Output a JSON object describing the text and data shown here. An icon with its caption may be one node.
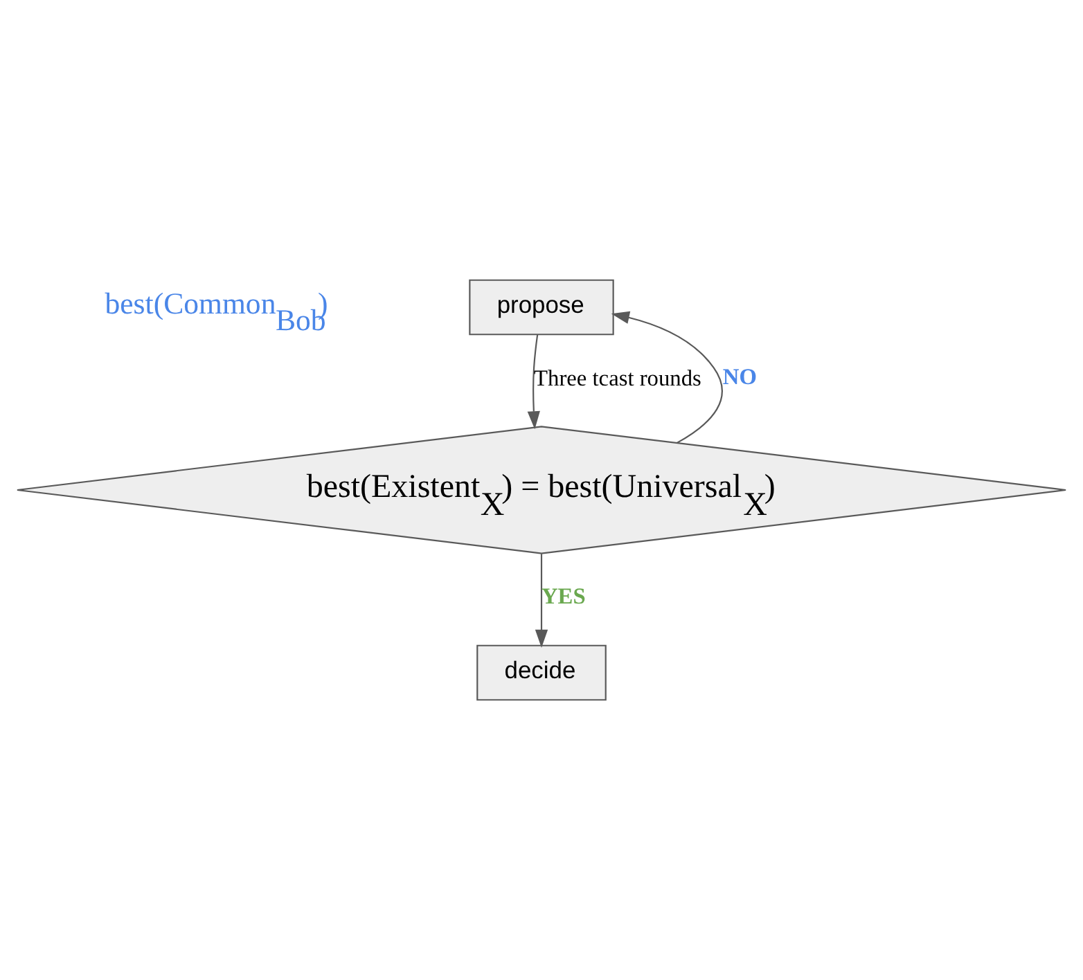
{
  "diagram": {
    "nodes": [
      {
        "text": [
          "propose"
        ]
      },
      {
        "text": [
          "best(Existent$_{X}$) = best(Universal$_{X}$)"
        ]
      },
      {
        "text": [
          "decide"
        ]
      }
    ],
    "edges": [
      {
        "from": 0,
        "to": 1,
        "arrow": "to",
        "label": "Three tcast rounds"
      },
      {
        "from": 1,
        "to": 0,
        "arrow": "to",
        "label": "NO"
      },
      {
        "from": 1,
        "to": 2,
        "arrow": "to",
        "label": "YES"
      }
    ],
    "labels": [
      "best(Common$_{Bob}$)"
    ]
  }
}
